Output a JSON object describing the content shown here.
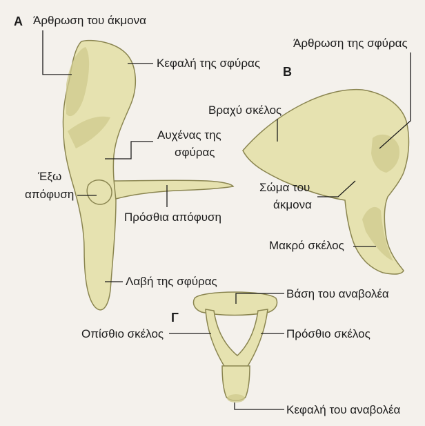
{
  "panel_a": {
    "letter": "A",
    "incus_articulation": "Άρθρωση του άκμονα",
    "head_of_malleus": "Κεφαλή της σφύρας",
    "neck_line1": "Αυχένας της",
    "neck_line2": "σφύρας",
    "lateral_line1": "Έξω",
    "lateral_line2": "απόφυση",
    "anterior_process": "Πρόσθια απόφυση",
    "handle": "Λαβή της σφύρας"
  },
  "panel_b": {
    "letter": "B",
    "malleus_articulation": "Άρθρωση της σφύρας",
    "short_limb": "Βραχύ σκέλος",
    "body_line1": "Σώμα του",
    "body_line2": "άκμονα",
    "long_limb": "Μακρό σκέλος"
  },
  "panel_c": {
    "letter": "Γ",
    "base": "Βάση του αναβολέα",
    "posterior_limb": "Οπίσθιο σκέλος",
    "anterior_limb": "Πρόσθιο σκέλος",
    "head": "Κεφαλή του αναβολέα"
  }
}
